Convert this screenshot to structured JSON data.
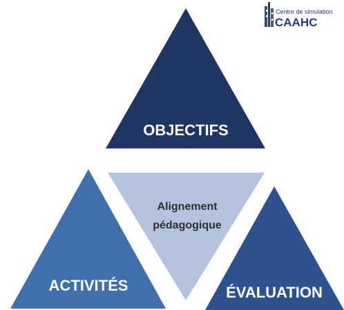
{
  "logo": {
    "line1": "Centre de simulation",
    "line2": "CAAHC",
    "icon": "building-icon"
  },
  "triangles": {
    "top": {
      "label": "OBJECTIFS",
      "color": "#1f3564"
    },
    "center": {
      "label_line1": "Alignement",
      "label_line2": "pédagogique",
      "color": "#b4c3dd"
    },
    "left": {
      "label": "ACTIVITÉS",
      "color": "#3f6fad"
    },
    "right": {
      "label": "ÉVALUATION",
      "color": "#2e5290"
    }
  }
}
